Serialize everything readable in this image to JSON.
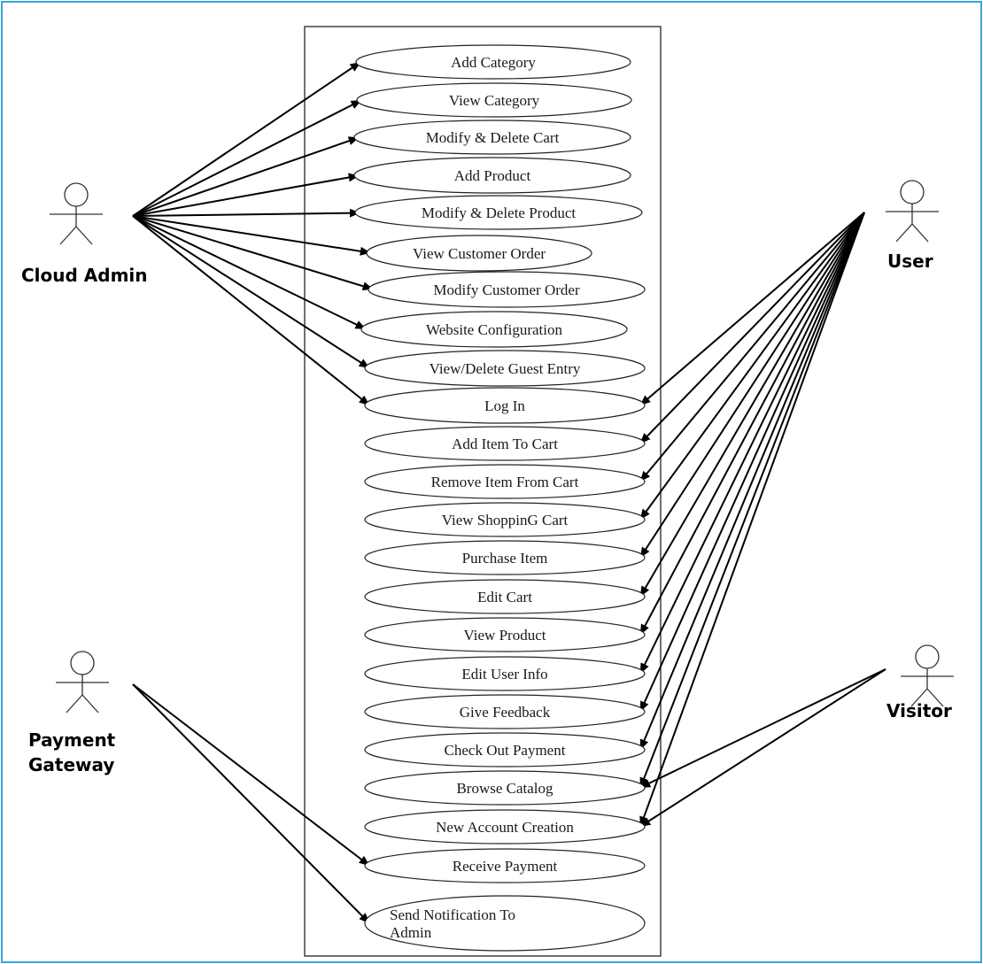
{
  "colors": {
    "frame": "#3aa6d8",
    "line": "#000000",
    "ellipse": "#222222",
    "boundary": "#333333"
  },
  "actors": [
    {
      "id": "cloud-admin",
      "label_lines": [
        "Cloud Admin"
      ],
      "icon": "stick-figure-icon"
    },
    {
      "id": "user",
      "label_lines": [
        "User"
      ],
      "icon": "stick-figure-icon"
    },
    {
      "id": "payment-gateway",
      "label_lines": [
        "Payment",
        "Gateway"
      ],
      "icon": "stick-figure-icon"
    },
    {
      "id": "visitor",
      "label_lines": [
        "Visitor"
      ],
      "icon": "stick-figure-icon"
    }
  ],
  "use_cases": [
    {
      "id": "add-category",
      "lines": [
        "Add Category"
      ]
    },
    {
      "id": "view-category",
      "lines": [
        "View Category"
      ]
    },
    {
      "id": "modify-delete-cart",
      "lines": [
        "Modify & Delete Cart"
      ]
    },
    {
      "id": "add-product",
      "lines": [
        "Add Product"
      ]
    },
    {
      "id": "modify-delete-product",
      "lines": [
        "Modify & Delete Product"
      ]
    },
    {
      "id": "view-customer-order",
      "lines": [
        "View Customer Order"
      ]
    },
    {
      "id": "modify-customer-order",
      "lines": [
        "Modify Customer Order"
      ]
    },
    {
      "id": "website-configuration",
      "lines": [
        "Website Configuration"
      ]
    },
    {
      "id": "view-delete-guest-entry",
      "lines": [
        "View/Delete Guest Entry"
      ]
    },
    {
      "id": "log-in",
      "lines": [
        "Log In"
      ]
    },
    {
      "id": "add-item-to-cart",
      "lines": [
        "Add Item To Cart"
      ]
    },
    {
      "id": "remove-item-from-cart",
      "lines": [
        "Remove Item From Cart"
      ]
    },
    {
      "id": "view-shopping-cart",
      "lines": [
        "View ShoppinG Cart"
      ]
    },
    {
      "id": "purchase-item",
      "lines": [
        "Purchase Item"
      ]
    },
    {
      "id": "edit-cart",
      "lines": [
        "Edit Cart"
      ]
    },
    {
      "id": "view-product",
      "lines": [
        "View Product"
      ]
    },
    {
      "id": "edit-user-info",
      "lines": [
        "Edit User Info"
      ]
    },
    {
      "id": "give-feedback",
      "lines": [
        "Give Feedback"
      ]
    },
    {
      "id": "check-out-payment",
      "lines": [
        "Check Out Payment"
      ]
    },
    {
      "id": "browse-catalog",
      "lines": [
        "Browse Catalog"
      ]
    },
    {
      "id": "new-account-creation",
      "lines": [
        "New Account Creation"
      ]
    },
    {
      "id": "receive-payment",
      "lines": [
        "Receive Payment"
      ]
    },
    {
      "id": "send-notification-to-admin",
      "lines": [
        "Send Notification To",
        "Admin"
      ]
    }
  ],
  "associations": [
    {
      "actor": "cloud-admin",
      "use_case": "add-category"
    },
    {
      "actor": "cloud-admin",
      "use_case": "view-category"
    },
    {
      "actor": "cloud-admin",
      "use_case": "modify-delete-cart"
    },
    {
      "actor": "cloud-admin",
      "use_case": "add-product"
    },
    {
      "actor": "cloud-admin",
      "use_case": "modify-delete-product"
    },
    {
      "actor": "cloud-admin",
      "use_case": "view-customer-order"
    },
    {
      "actor": "cloud-admin",
      "use_case": "modify-customer-order"
    },
    {
      "actor": "cloud-admin",
      "use_case": "website-configuration"
    },
    {
      "actor": "cloud-admin",
      "use_case": "view-delete-guest-entry"
    },
    {
      "actor": "cloud-admin",
      "use_case": "log-in"
    },
    {
      "actor": "user",
      "use_case": "log-in"
    },
    {
      "actor": "user",
      "use_case": "add-item-to-cart"
    },
    {
      "actor": "user",
      "use_case": "remove-item-from-cart"
    },
    {
      "actor": "user",
      "use_case": "view-shopping-cart"
    },
    {
      "actor": "user",
      "use_case": "purchase-item"
    },
    {
      "actor": "user",
      "use_case": "edit-cart"
    },
    {
      "actor": "user",
      "use_case": "view-product"
    },
    {
      "actor": "user",
      "use_case": "edit-user-info"
    },
    {
      "actor": "user",
      "use_case": "give-feedback"
    },
    {
      "actor": "user",
      "use_case": "check-out-payment"
    },
    {
      "actor": "user",
      "use_case": "browse-catalog"
    },
    {
      "actor": "user",
      "use_case": "new-account-creation"
    },
    {
      "actor": "visitor",
      "use_case": "browse-catalog"
    },
    {
      "actor": "visitor",
      "use_case": "new-account-creation"
    },
    {
      "actor": "payment-gateway",
      "use_case": "receive-payment"
    },
    {
      "actor": "payment-gateway",
      "use_case": "send-notification-to-admin"
    }
  ]
}
